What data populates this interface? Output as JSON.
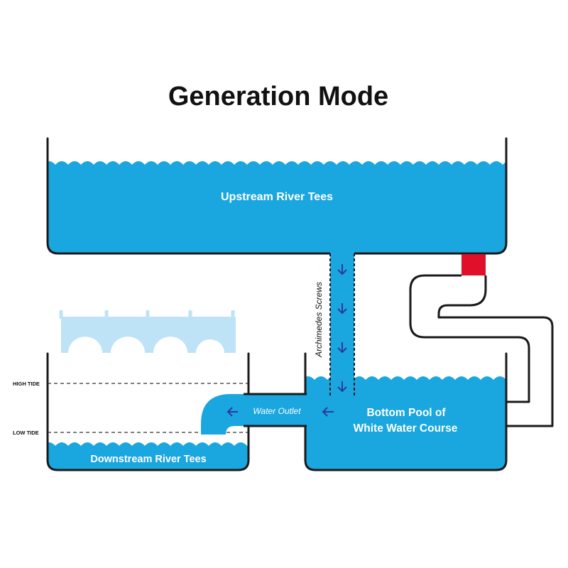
{
  "title": "Generation Mode",
  "labels": {
    "upstream": "Upstream River Tees",
    "screws": "Archimedes Screws",
    "outlet": "Water Outlet",
    "pool_line1": "Bottom Pool of",
    "pool_line2": "White Water Course",
    "downstream": "Downstream River Tees",
    "high_tide": "HIGH TIDE",
    "low_tide": "LOW TIDE"
  },
  "colors": {
    "water": "#1aa6df",
    "water_light": "#bfe3f6",
    "outline": "#1a1a1a",
    "arrow": "#2a3a9c",
    "gate": "#e0102a",
    "background": "#ffffff"
  },
  "icons": {
    "flow_arrow": "arrow-down-icon",
    "outlet_arrow": "arrow-left-icon"
  }
}
